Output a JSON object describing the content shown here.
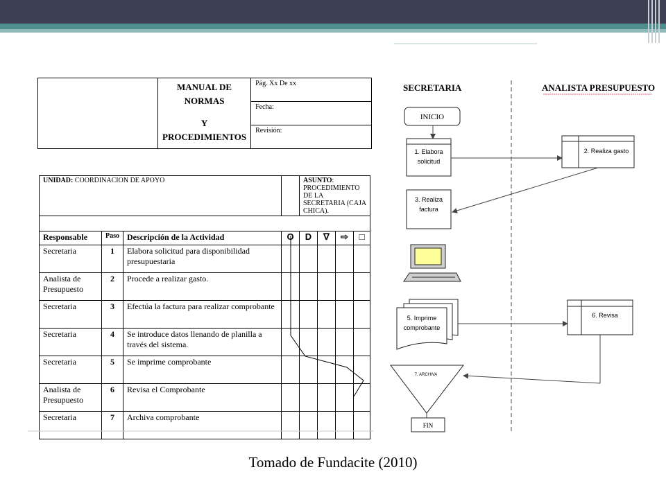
{
  "header": {
    "title_line1": "MANUAL DE NORMAS",
    "title_line2": "Y PROCEDIMIENTOS",
    "pag": "Pág. Xx De xx",
    "fecha": "Fecha:",
    "revision": "Revisión:"
  },
  "unit": {
    "unidad_label": "UNIDAD:",
    "unidad_value": " COORDINACION DE APOYO",
    "asunto_label": "ASUNTO",
    "asunto_value": ": PROCEDIMIENTO DE LA SECRETARIA (CAJA CHICA)."
  },
  "table": {
    "headers": [
      "Responsable",
      "Paso",
      "Descripción de la Actividad"
    ],
    "symbols": [
      "O",
      "D",
      "∇",
      "⇨",
      "□"
    ],
    "rows": [
      {
        "resp": "Secretaria",
        "paso": "1",
        "desc": "Elabora solicitud para disponibilidad presupuestaria"
      },
      {
        "resp": "Analista de Presupuesto",
        "paso": "2",
        "desc": "Procede a realizar gasto."
      },
      {
        "resp": "Secretaria",
        "paso": "3",
        "desc": "Efectúa la factura para realizar comprobante"
      },
      {
        "resp": "Secretaria",
        "paso": "4",
        "desc": "Se introduce datos llenando de planilla a través del sistema."
      },
      {
        "resp": "Secretaria",
        "paso": "5",
        "desc": "Se imprime comprobante"
      },
      {
        "resp": "Analista de Presupuesto",
        "paso": "6",
        "desc": "Revisa el Comprobante"
      },
      {
        "resp": "Secretaria",
        "paso": "7",
        "desc": "Archiva comprobante"
      }
    ]
  },
  "flow": {
    "col1": "SECRETARIA",
    "col2": "ANALISTA PRESUPUESTO",
    "inicio": "INICIO",
    "step1": "1. Elabora solicitud",
    "step2": "2. Realiza gasto",
    "step3": "3. Realiza factura",
    "step5": "5. Imprime comprobante",
    "step6": "6. Revisa",
    "step7": "7. ARCHIVA",
    "fin": "FIN"
  },
  "caption": "Tomado de Fundacite (2010)"
}
